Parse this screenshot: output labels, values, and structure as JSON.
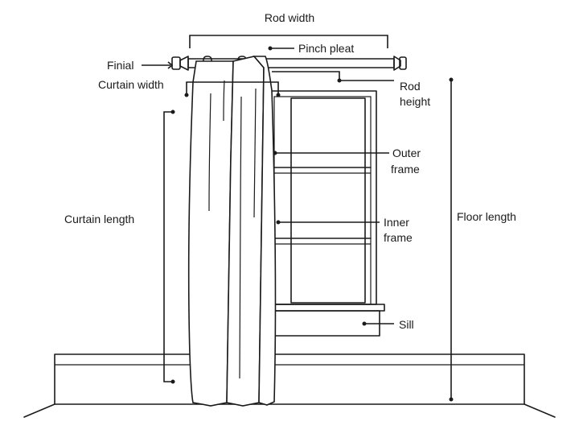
{
  "labels": {
    "rod_width": "Rod width",
    "pinch_pleat": "Pinch pleat",
    "finial": "Finial",
    "curtain_width": "Curtain width",
    "rod_height_1": "Rod",
    "rod_height_2": "height",
    "curtain_length": "Curtain length",
    "outer_frame_1": "Outer",
    "outer_frame_2": "frame",
    "inner_frame_1": "Inner",
    "inner_frame_2": "frame",
    "floor_length": "Floor length",
    "sill": "Sill"
  }
}
